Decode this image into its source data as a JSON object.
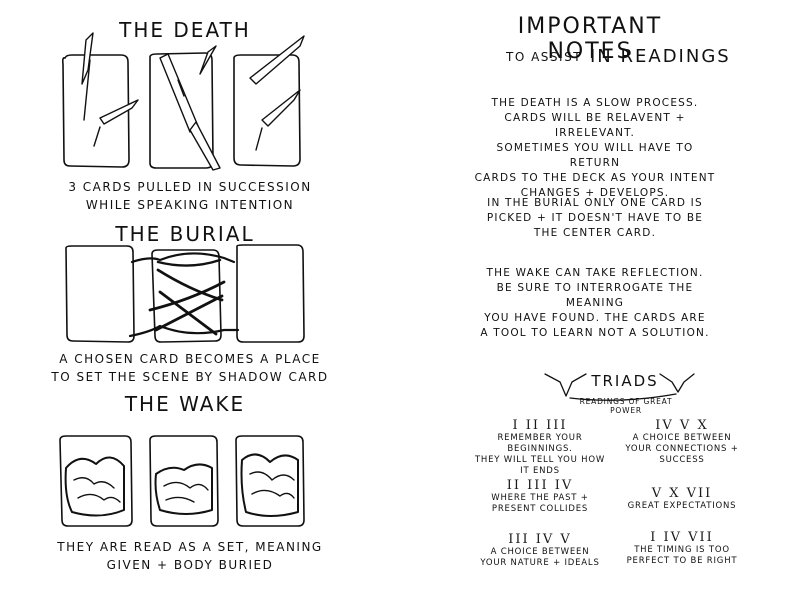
{
  "left_page": {
    "death": {
      "title": "THE DEATH",
      "caption_line1": "3 CARDS PULLED IN SUCCESSION",
      "caption_line2": "WHILE SPEAKING INTENTION"
    },
    "burial": {
      "title": "THE BURIAL",
      "caption_line1": "A CHOSEN CARD BECOMES A PLACE",
      "caption_line2": "TO SET THE SCENE BY SHADOW CARD"
    },
    "wake": {
      "title": "THE WAKE",
      "caption_line1": "THEY ARE READ AS A SET, MEANING",
      "caption_line2": "GIVEN + BODY BURIED"
    }
  },
  "right_page": {
    "title_line1": "IMPORTANT NOTES",
    "title_line2_small": "TO ASSIST",
    "title_line2_large": "IN READINGS",
    "notes": [
      [
        "THE DEATH IS A SLOW PROCESS.",
        "CARDS WILL BE RELAVENT + IRRELEVANT.",
        "SOMETIMES YOU WILL HAVE TO RETURN",
        "CARDS TO THE DECK AS YOUR INTENT",
        "CHANGES + DEVELOPS."
      ],
      [
        "IN THE BURIAL ONLY ONE CARD IS",
        "PICKED + IT DOESN'T HAVE TO BE",
        "THE CENTER CARD."
      ],
      [
        "THE WAKE CAN TAKE REFLECTION.",
        "BE SURE TO INTERROGATE THE MEANING",
        "YOU HAVE FOUND. THE CARDS ARE",
        "A TOOL TO LEARN NOT A SOLUTION."
      ]
    ],
    "triads": {
      "title": "TRIADS",
      "subtitle": "READINGS OF GREAT POWER",
      "items": [
        {
          "numerals": "I II III",
          "desc": [
            "REMEMBER YOUR BEGINNINGS.",
            "THEY WILL TELL YOU HOW IT ENDS"
          ]
        },
        {
          "numerals": "IV V X",
          "desc": [
            "A CHOICE BETWEEN",
            "YOUR CONNECTIONS +",
            "SUCCESS"
          ]
        },
        {
          "numerals": "II III IV",
          "desc": [
            "WHERE THE PAST +",
            "PRESENT COLLIDES"
          ]
        },
        {
          "numerals": "V X VII",
          "desc": [
            "GREAT EXPECTATIONS"
          ]
        },
        {
          "numerals": "III IV V",
          "desc": [
            "A CHOICE BETWEEN",
            "YOUR NATURE + IDEALS"
          ]
        },
        {
          "numerals": "I IV VII",
          "desc": [
            "THE TIMING IS TOO",
            "PERFECT TO BE RIGHT"
          ]
        }
      ]
    }
  }
}
